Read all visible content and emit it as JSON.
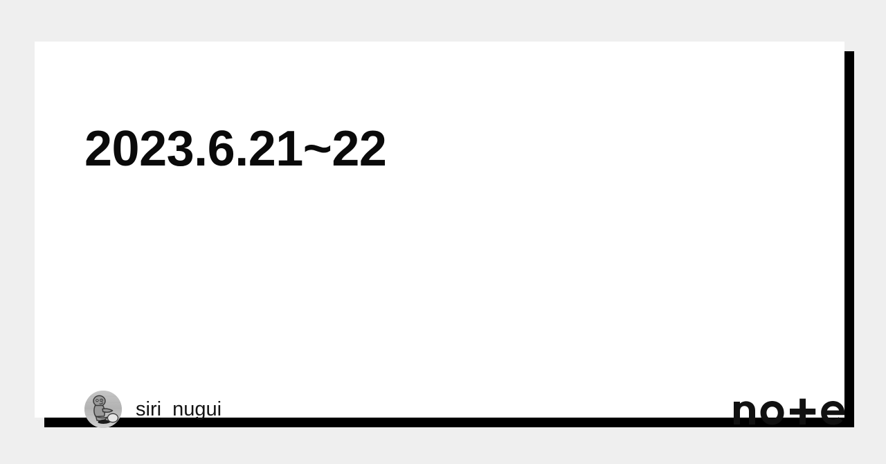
{
  "background_color": "#efefef",
  "card": {
    "background_color": "#ffffff",
    "shadow_color": "#000000",
    "title": "2023.6.21~22",
    "title_color": "#0a0a0a"
  },
  "footer": {
    "author": {
      "avatar_icon": "user-avatar-illustration",
      "name": "siri_nugui",
      "name_color": "#141414"
    },
    "brand": {
      "name": "note",
      "logo_icon": "note-logo",
      "color": "#111111"
    }
  }
}
